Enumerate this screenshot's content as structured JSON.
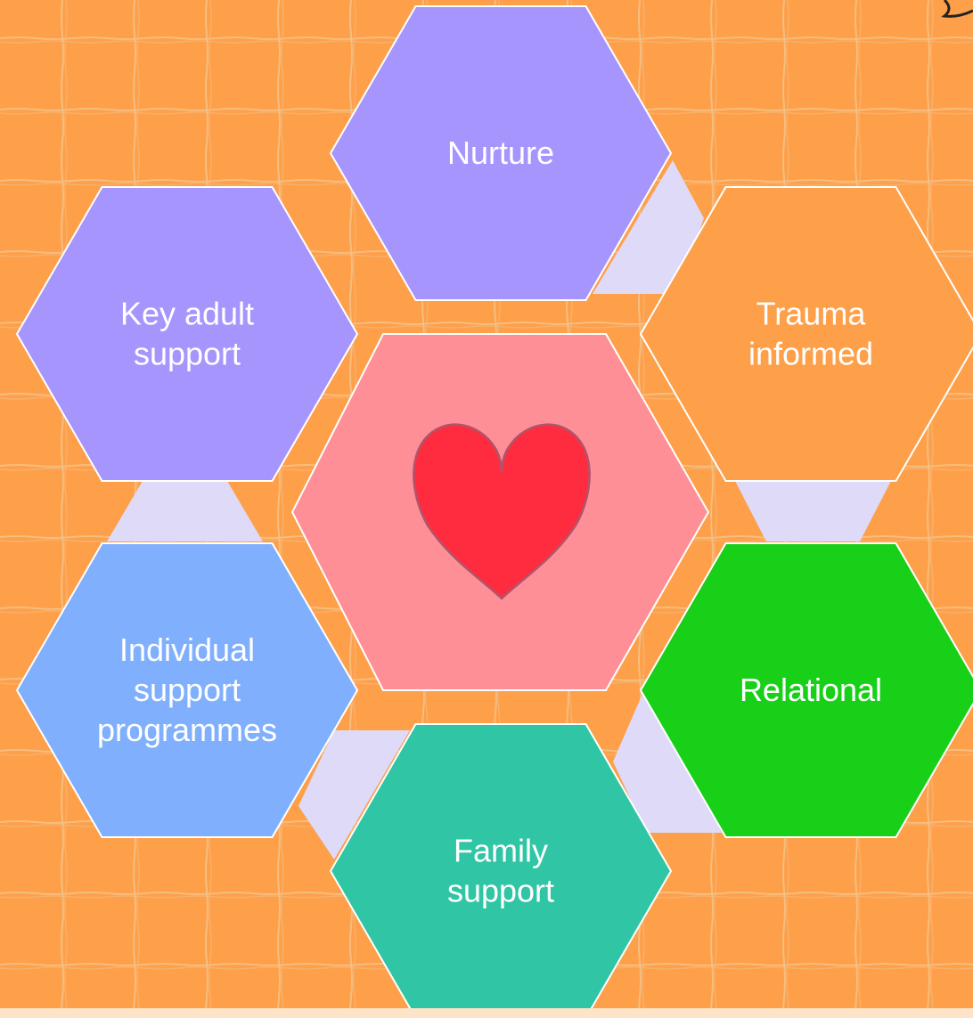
{
  "colors": {
    "background": "#fe9f4a",
    "grid_line": "#f2c58c",
    "connector": "#dedaf7",
    "hex_outline": "#ffffff",
    "center": "#ff8f97",
    "heart": "#ff2c3f",
    "heart_outline": "#b0556b"
  },
  "center": {
    "icon": "heart-icon"
  },
  "hexagons": [
    {
      "id": "nurture",
      "lines": [
        "Nurture"
      ],
      "color": "#a595fd"
    },
    {
      "id": "key-adult-support",
      "lines": [
        "Key adult",
        "support"
      ],
      "color": "#a595fd"
    },
    {
      "id": "trauma-informed",
      "lines": [
        "Trauma",
        "informed"
      ],
      "color": "#fe9f4a"
    },
    {
      "id": "individual-support-programmes",
      "lines": [
        "Individual",
        "support",
        "programmes"
      ],
      "color": "#80b0fd"
    },
    {
      "id": "relational",
      "lines": [
        "Relational"
      ],
      "color": "#18d018"
    },
    {
      "id": "family-support",
      "lines": [
        "Family",
        "support"
      ],
      "color": "#30c5a5"
    }
  ]
}
